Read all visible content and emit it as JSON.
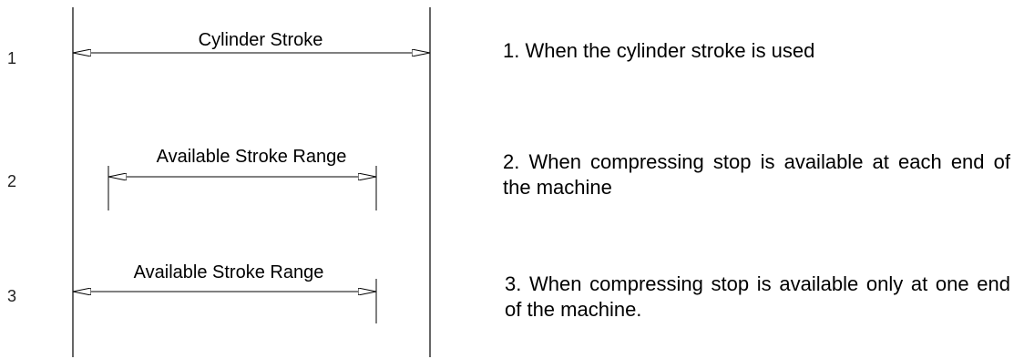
{
  "rows": [
    {
      "number": "1",
      "dimension_label": "Cylinder Stroke",
      "description": "1. When the cylinder stroke is used"
    },
    {
      "number": "2",
      "dimension_label": "Available Stroke Range",
      "description": "2. When compressing stop is available at each end of the machine"
    },
    {
      "number": "3",
      "dimension_label": "Available Stroke Range",
      "description": "3. When compressing stop is available only at one end of the machine."
    }
  ]
}
